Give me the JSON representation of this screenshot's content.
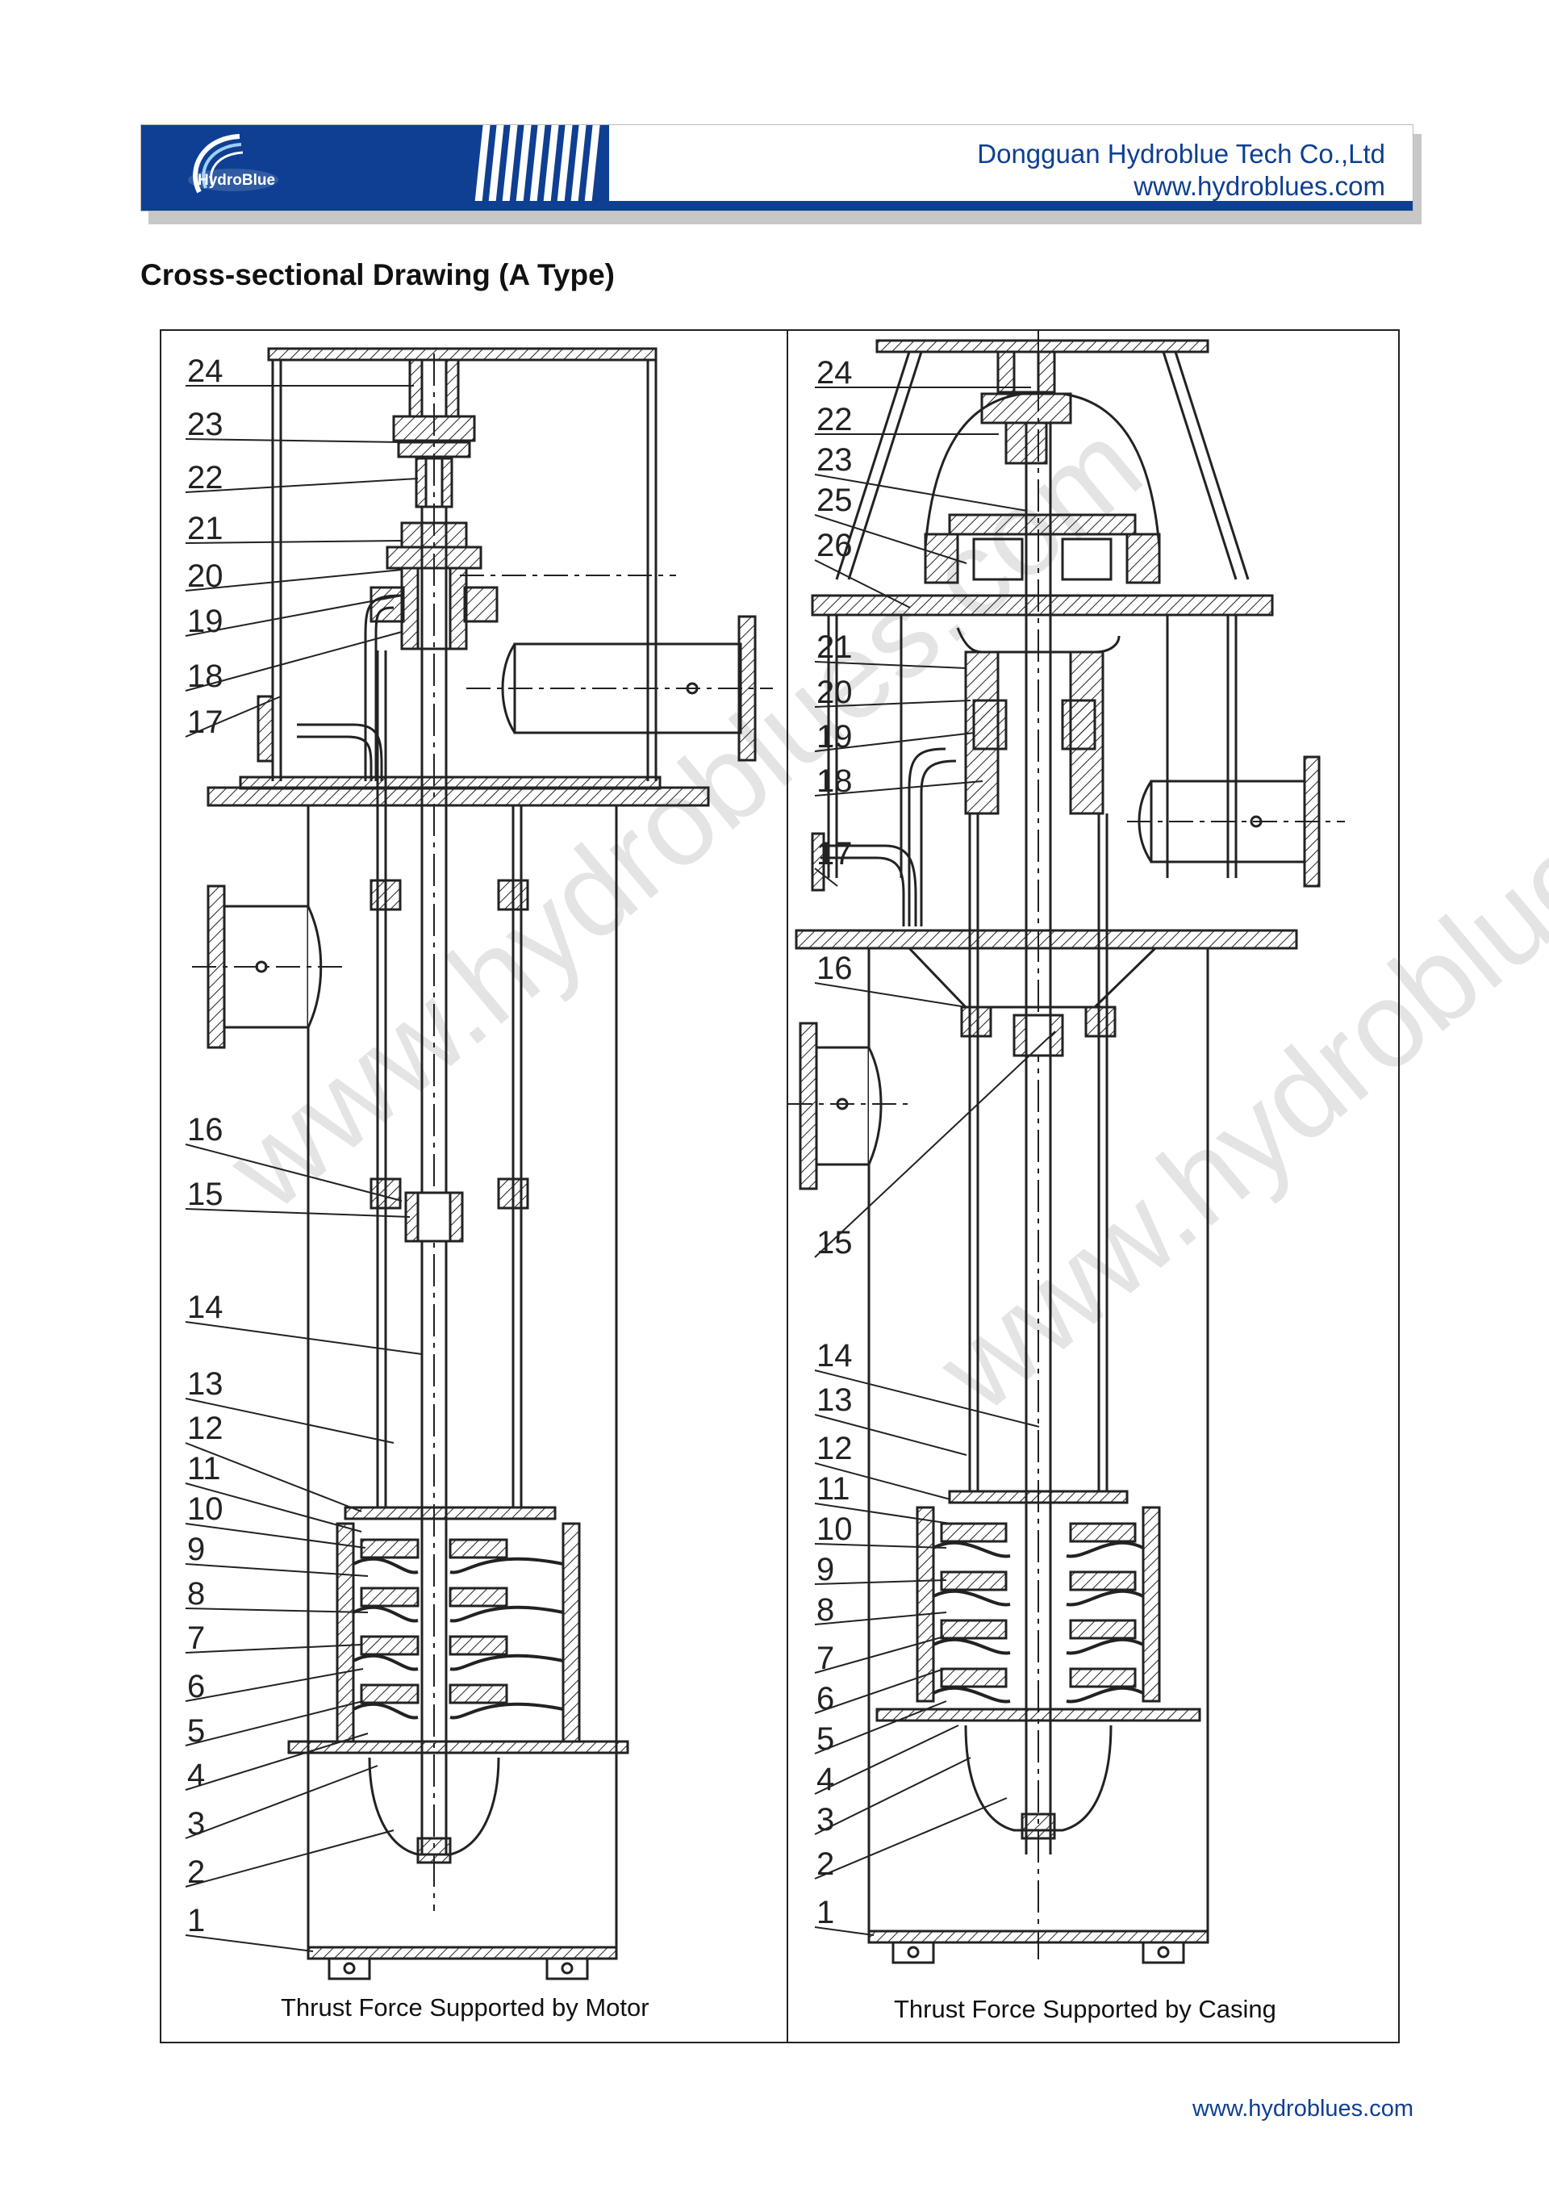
{
  "header": {
    "logo_text": "HydroBlue",
    "company_name": "Dongguan Hydroblue Tech Co.,Ltd",
    "website": "www.hydroblues.com"
  },
  "page_title": "Cross-sectional Drawing (A Type)",
  "watermark": "www.hydroblues.com",
  "left_drawing": {
    "caption": "Thrust Force Supported by Motor",
    "labels": [
      "24",
      "23",
      "22",
      "21",
      "20",
      "19",
      "18",
      "17",
      "16",
      "15",
      "14",
      "13",
      "12",
      "11",
      "10",
      "9",
      "8",
      "7",
      "6",
      "5",
      "4",
      "3",
      "2",
      "1"
    ]
  },
  "right_drawing": {
    "caption": "Thrust Force Supported by Casing",
    "labels": [
      "24",
      "22",
      "23",
      "25",
      "26",
      "21",
      "20",
      "19",
      "18",
      "17",
      "16",
      "15",
      "14",
      "13",
      "12",
      "11",
      "10",
      "9",
      "8",
      "7",
      "6",
      "5",
      "4",
      "3",
      "2",
      "1"
    ]
  },
  "footer": {
    "website": "www.hydroblues.com"
  },
  "colors": {
    "brand_blue": "#0e3f92",
    "line": "#222222"
  }
}
